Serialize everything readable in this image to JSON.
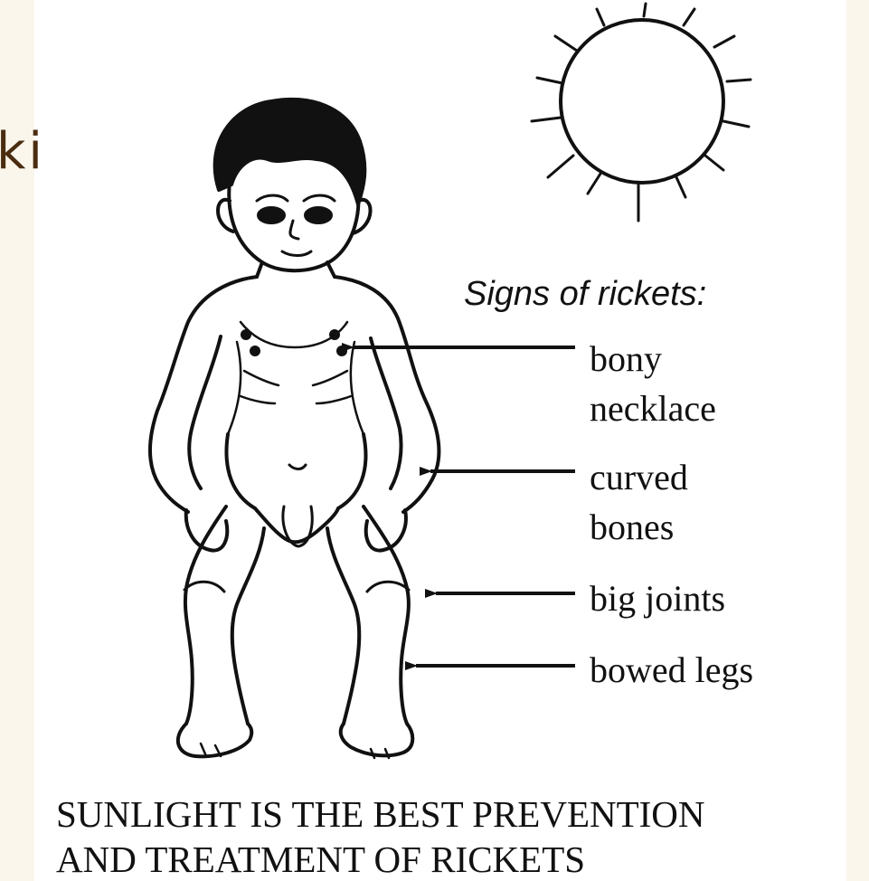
{
  "page_fragment": {
    "text": "ki",
    "color": "#4a2d10"
  },
  "diagram": {
    "title": "Signs of rickets:",
    "signs": [
      {
        "line1": "bony",
        "line2": "necklace"
      },
      {
        "line1": "curved",
        "line2": "bones"
      },
      {
        "line1": "big joints",
        "line2": ""
      },
      {
        "line1": "bowed legs",
        "line2": ""
      }
    ],
    "caption": {
      "line1": "SUNLIGHT IS THE BEST PREVENTION",
      "line2": "AND TREATMENT OF RICKETS"
    },
    "icons": [
      "sun-icon",
      "child-illustration",
      "arrow-icon"
    ]
  },
  "colors": {
    "page_background": "#fbf6ec",
    "panel_background": "#ffffff",
    "ink": "#111111"
  }
}
